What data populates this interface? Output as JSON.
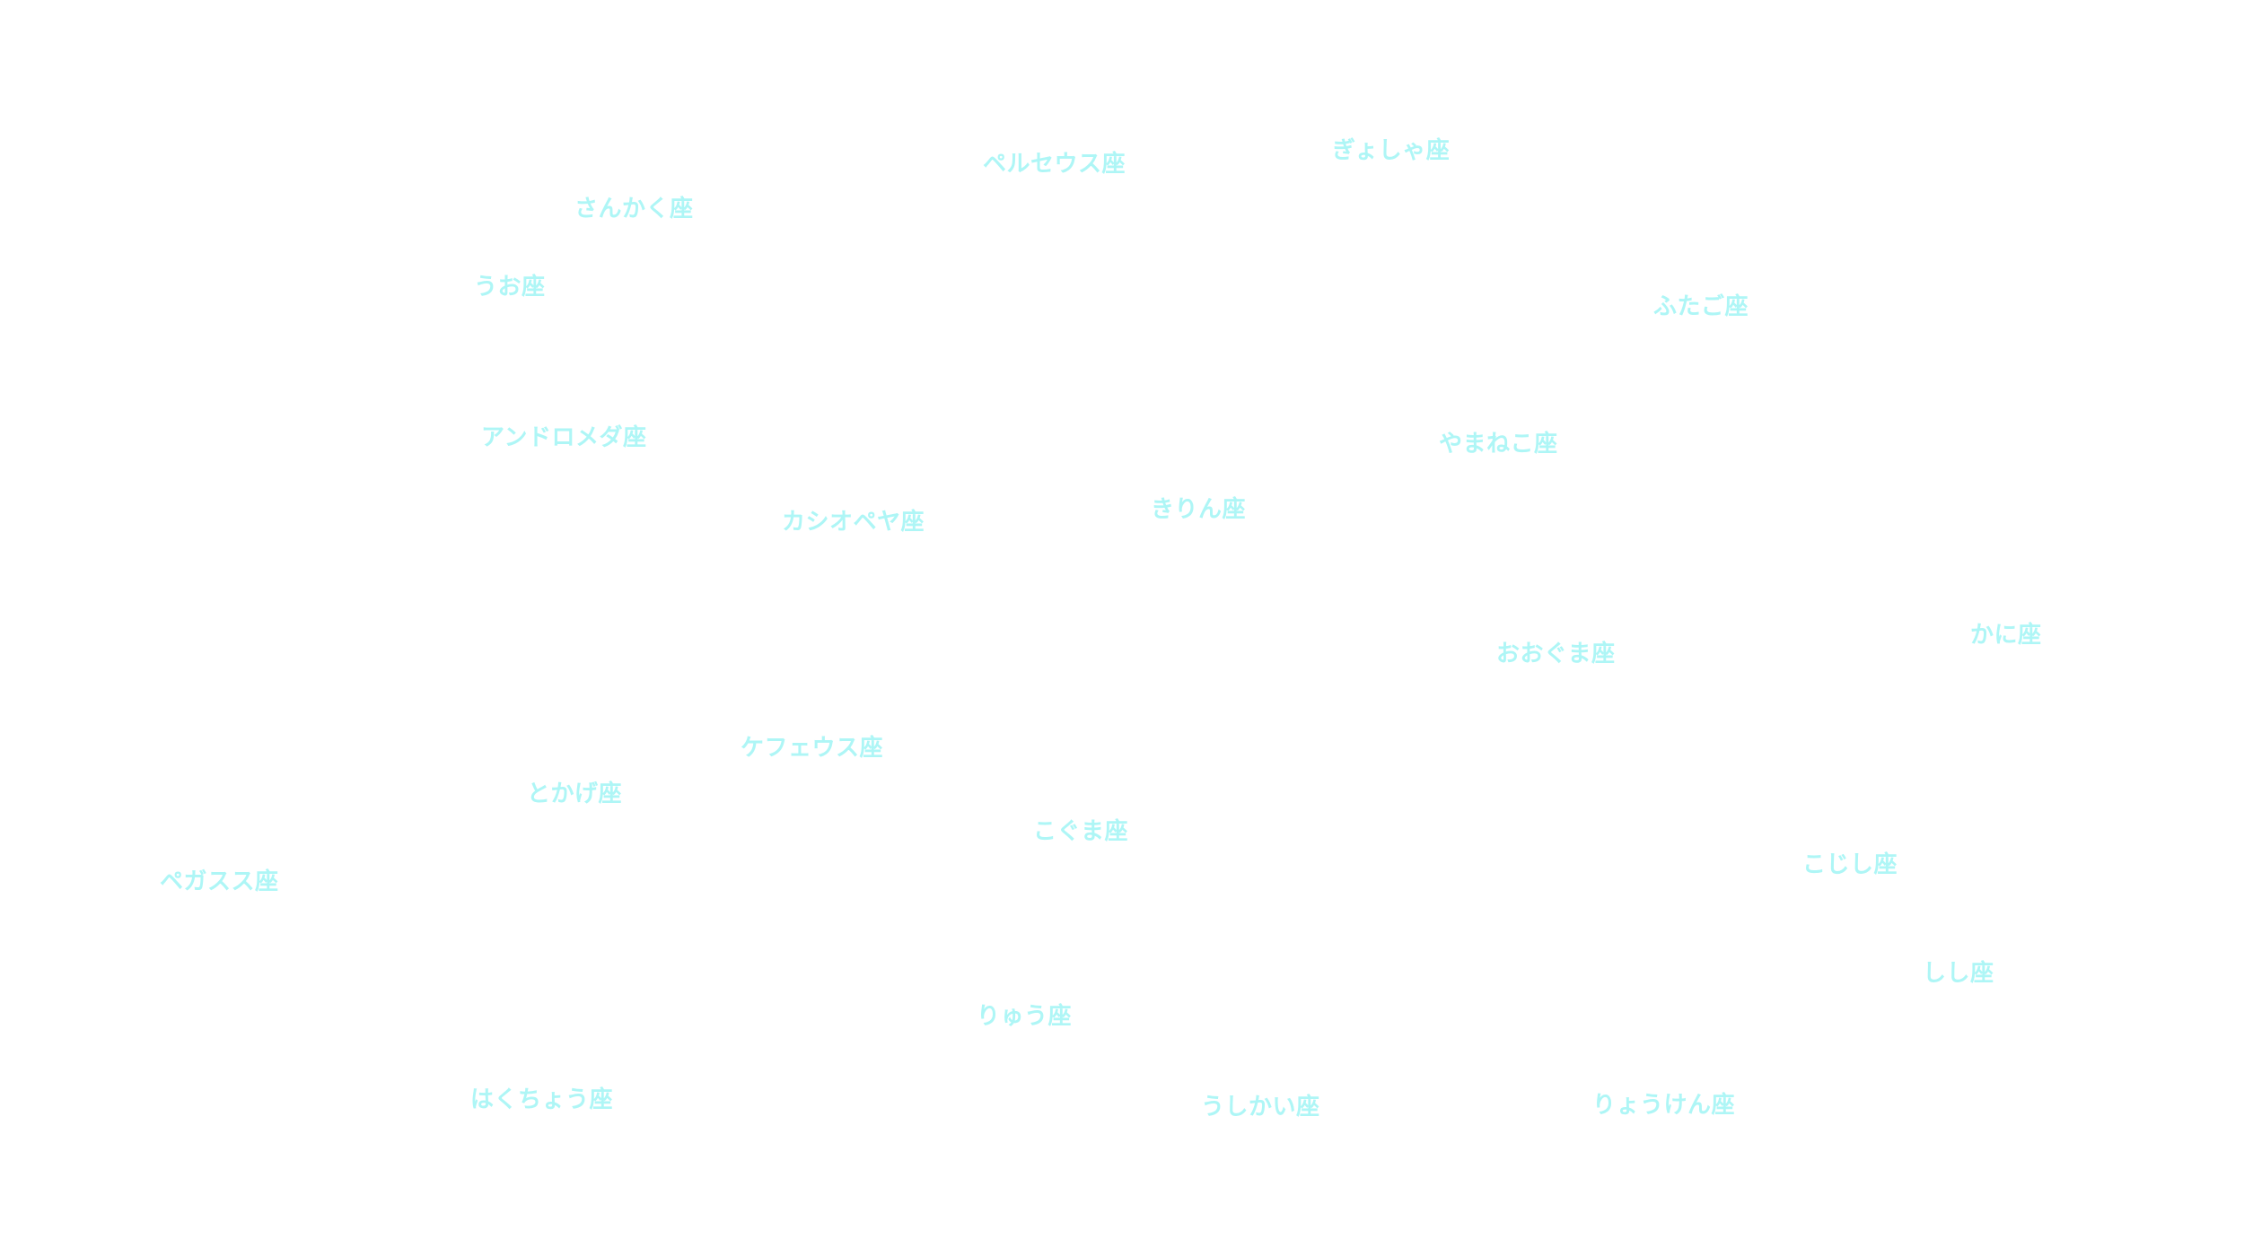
{
  "map": {
    "label_color": "#aef6f6",
    "background": "#ffffff",
    "constellations": {
      "perseus": "ペルセウス座",
      "auriga": "ぎょしゃ座",
      "triangulum": "さんかく座",
      "pisces": "うお座",
      "gemini": "ふたご座",
      "andromeda": "アンドロメダ座",
      "lynx": "やまねこ座",
      "camelopardalis": "きりん座",
      "cassiopeia": "カシオペヤ座",
      "cancer": "かに座",
      "ursa_major": "おおぐま座",
      "cepheus": "ケフェウス座",
      "lacerta": "とかげ座",
      "ursa_minor": "こぐま座",
      "pegasus": "ペガスス座",
      "leo_minor": "こじし座",
      "leo": "しし座",
      "draco": "りゅう座",
      "cygnus": "はくちょう座",
      "bootes": "うしかい座",
      "canes_venatici": "りょうけん座"
    }
  }
}
